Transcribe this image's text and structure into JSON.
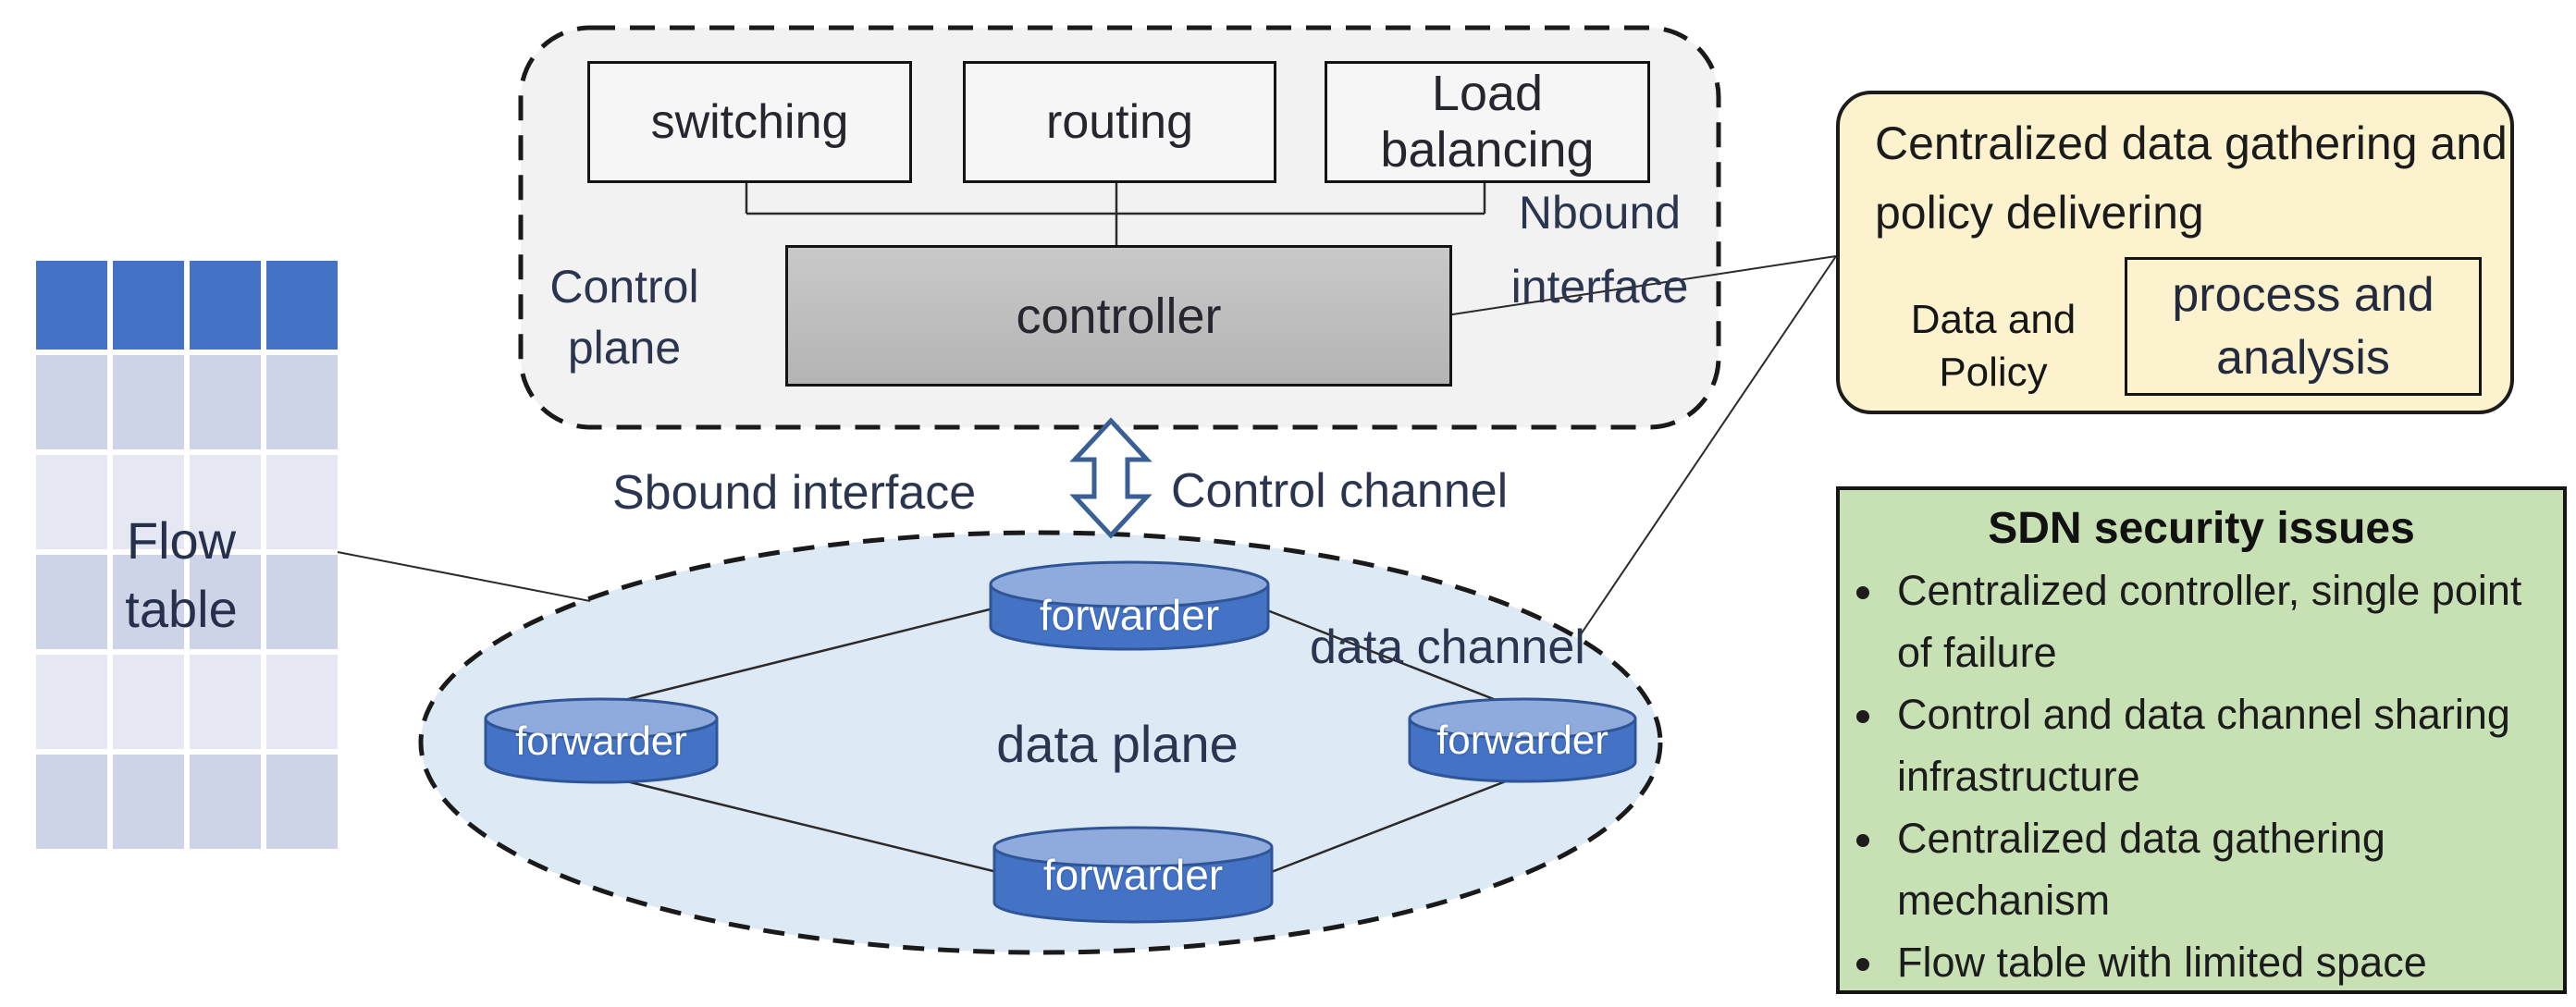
{
  "control_plane": {
    "label": "Control plane",
    "modules": [
      "switching",
      "routing",
      "Load balancing"
    ],
    "controller_label": "controller",
    "nbound_label": "Nbound interface"
  },
  "interfaces": {
    "sbound_label": "Sbound interface",
    "control_channel_label": "Control channel"
  },
  "data_plane": {
    "label": "data plane",
    "data_channel_label": "data channel",
    "forwarders": [
      "forwarder",
      "forwarder",
      "forwarder",
      "forwarder"
    ]
  },
  "flow_table": {
    "label": "Flow table",
    "columns": 4,
    "rows": 6
  },
  "gathering_box": {
    "title": "Centralized data gathering and policy delivering",
    "cylinder_label": "Data and Policy",
    "process_label": "process and analysis"
  },
  "security_box": {
    "title": "SDN security issues",
    "bullets": [
      "Centralized controller, single point of failure",
      "Control and data channel sharing infrastructure",
      "Centralized data gathering mechanism",
      "Flow table with limited space"
    ]
  },
  "colors": {
    "accent-blue": "#4472C4",
    "cyl-top": "#8FAADC",
    "cyl-stroke": "#2F5597",
    "ellipse-fill": "#DEE9F6",
    "plane-fill": "#F2F2F2",
    "line": "#1a1a1a",
    "arrow-stroke": "#3A5F94",
    "yellow-fill": "#FCF2CE",
    "gold-body": "#BA8D0A",
    "gold-top": "#D9C28D",
    "green-fill": "#C7E1B4",
    "band-a": "#CDD4E8",
    "band-b": "#E5E8F3",
    "navy-text": "#26304C"
  }
}
